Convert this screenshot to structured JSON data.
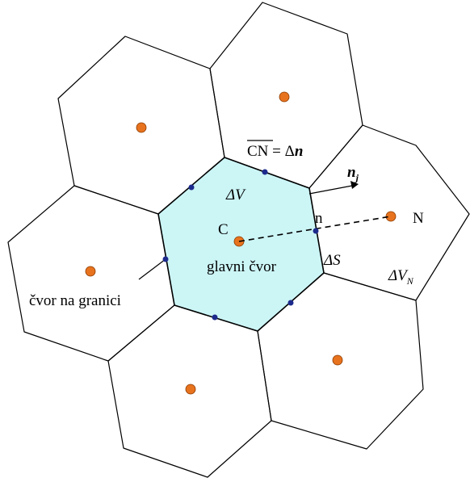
{
  "labels": {
    "delta_v": "ΔV",
    "c_point": "C",
    "main_node": "glavni čvor",
    "delta_s": "ΔS",
    "n_point": "n",
    "neighbor_node": "N",
    "delta_v_n": "ΔV",
    "delta_v_n_sub": "N",
    "normal_vector": "n",
    "normal_vector_sub": "j",
    "distance_cn": "CN",
    "distance_eq": " = Δ",
    "distance_n": "n",
    "boundary_node": "čvor na granici"
  },
  "colors": {
    "main_cell_fill": "#ccf5f6",
    "cell_center_dot": "#e8731e",
    "boundary_node_dot": "#1c2a8c",
    "line": "#000000"
  }
}
